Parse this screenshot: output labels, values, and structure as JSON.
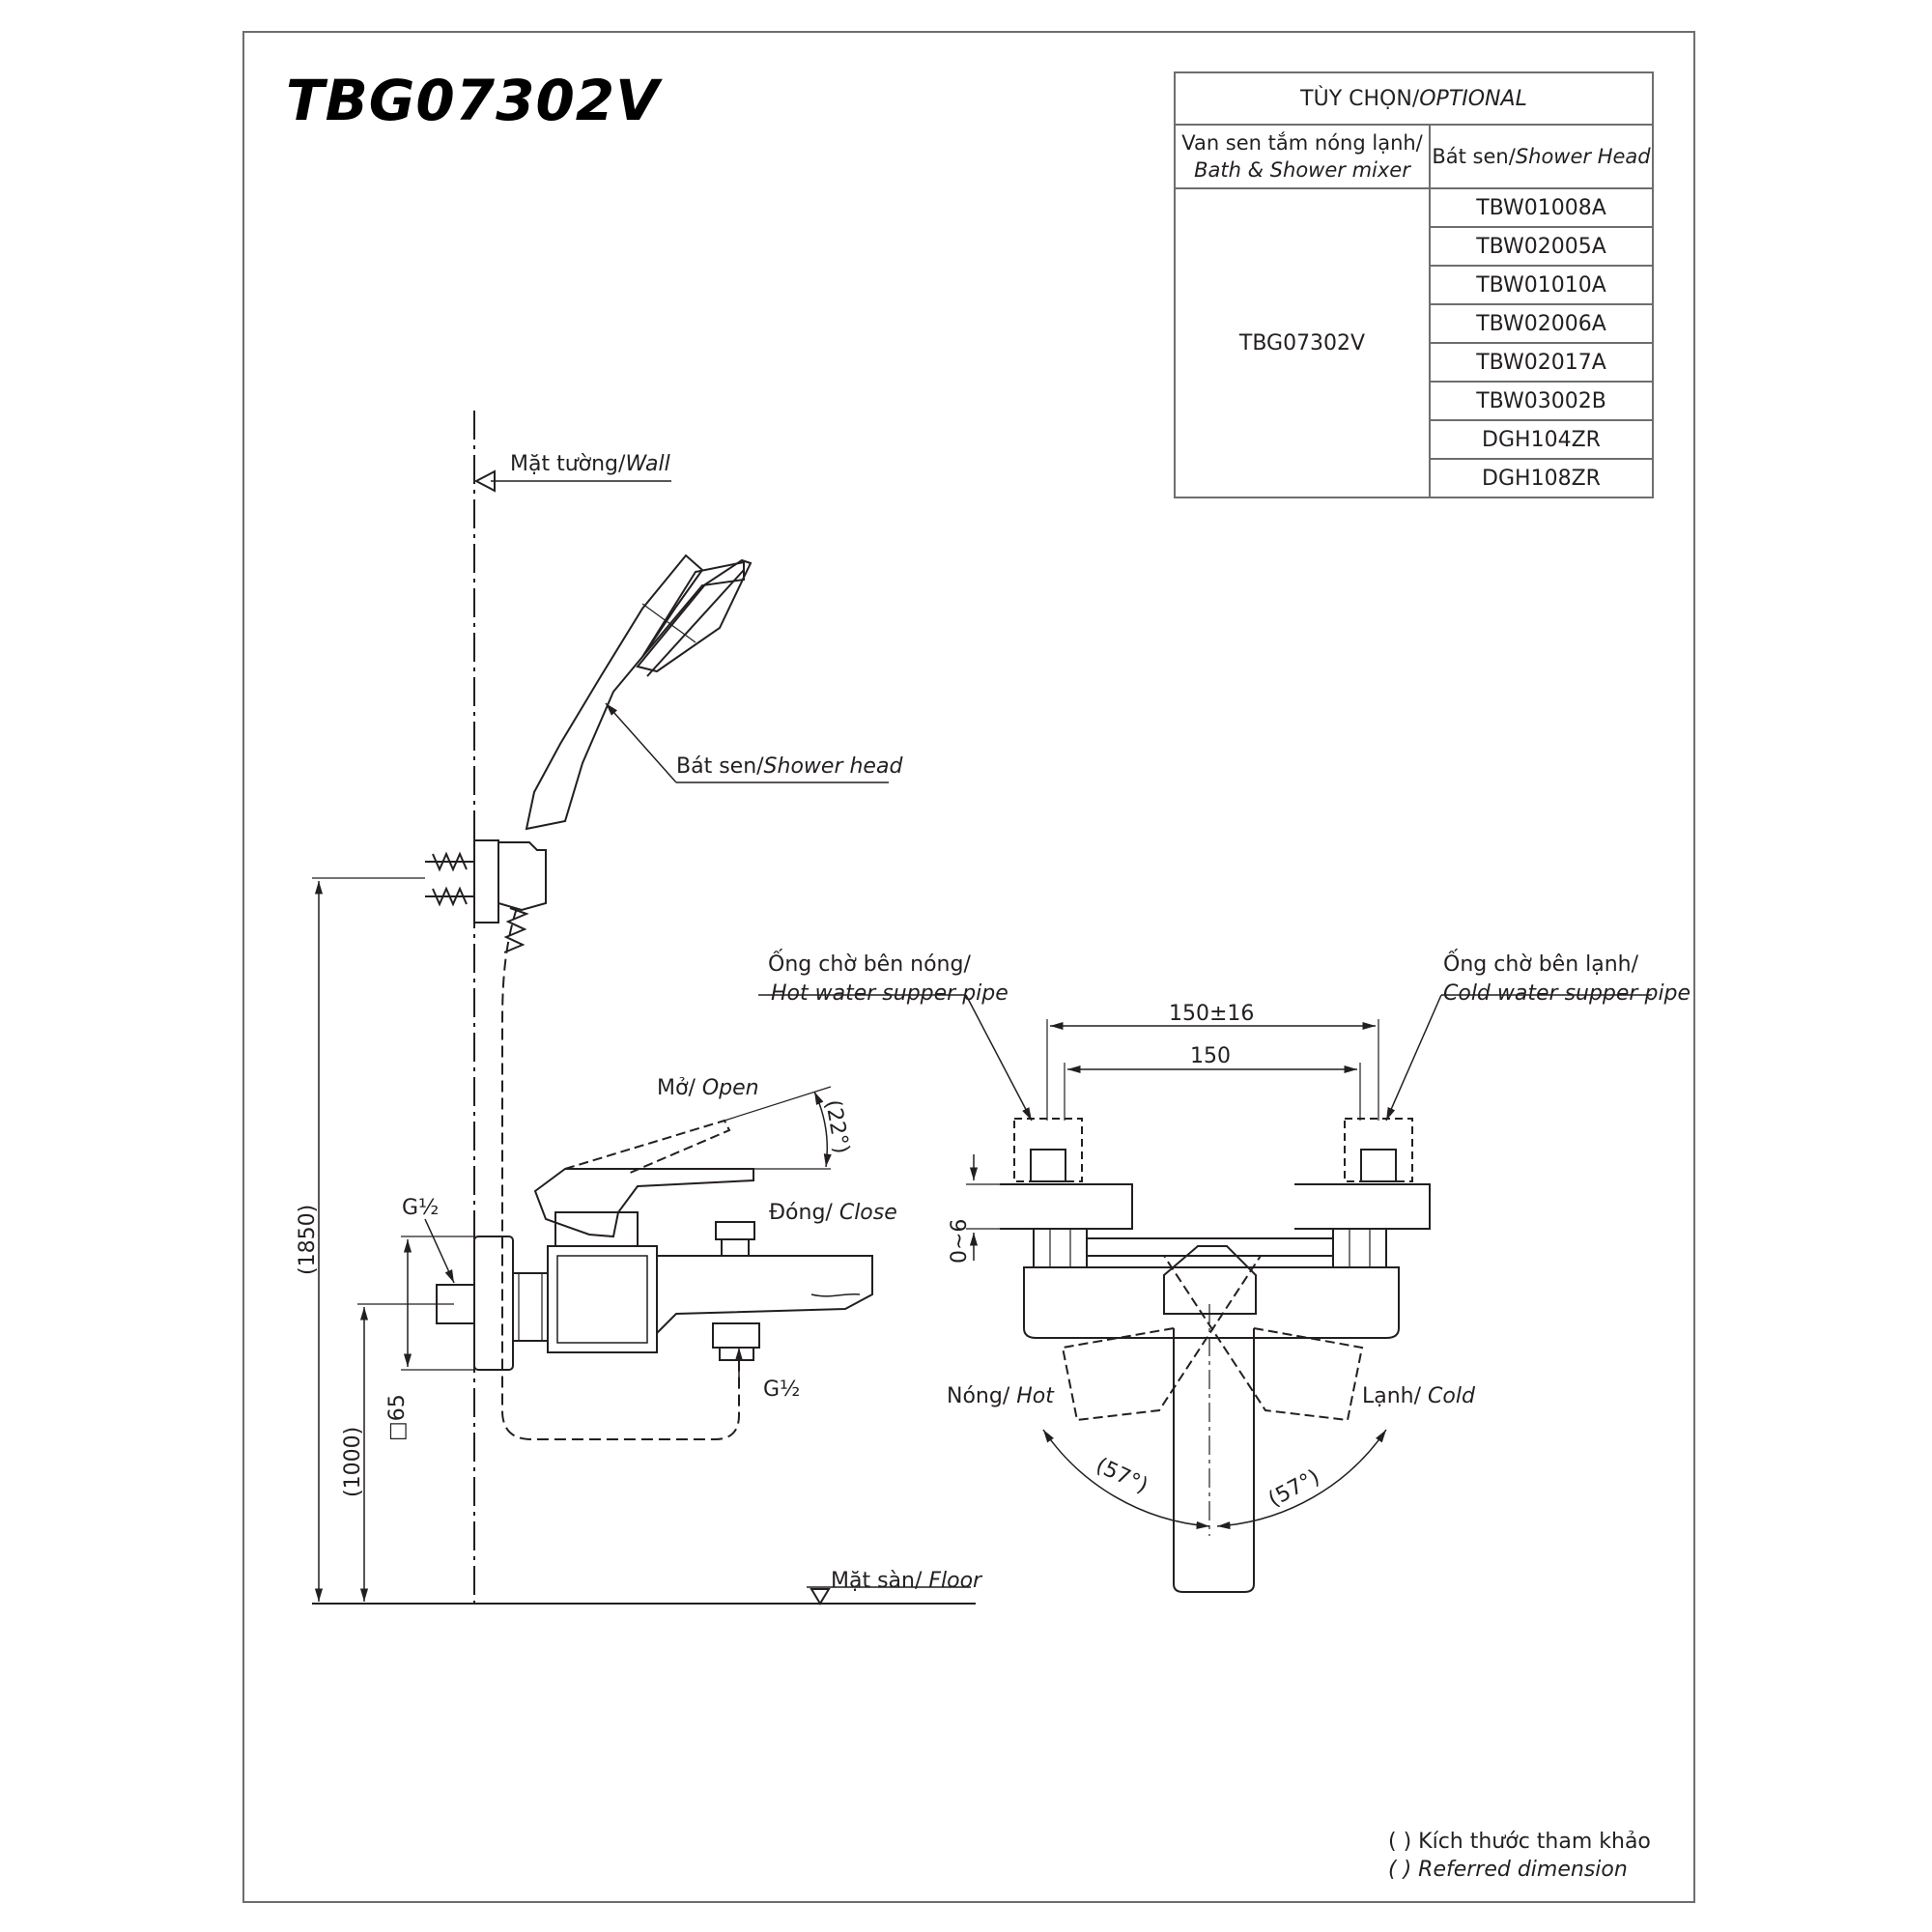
{
  "title": "TBG07302V",
  "optional_table": {
    "header_vi": "TÙY CHỌN/",
    "header_en": "OPTIONAL",
    "col1_vi": "Van sen tắm nóng lạnh/",
    "col1_en": "Bath & Shower mixer",
    "col2_vi": "Bát sen/",
    "col2_en": "Shower Head",
    "mixer_model": "TBG07302V",
    "shower_heads": [
      "TBW01008A",
      "TBW02005A",
      "TBW01010A",
      "TBW02006A",
      "TBW02017A",
      "TBW03002B",
      "DGH104ZR",
      "DGH108ZR"
    ]
  },
  "labels": {
    "wall_vi": "Mặt tường/",
    "wall_en": "Wall",
    "shower_head_vi": "Bát sen/",
    "shower_head_en": "Shower head",
    "open_vi": "Mở/ ",
    "open_en": "Open",
    "close_vi": "Đóng/ ",
    "close_en": "Close",
    "floor_vi": "Mặt sàn/ ",
    "floor_en": "Floor",
    "hot_pipe_vi": "Ống chờ bên nóng/",
    "hot_pipe_en": "Hot water supper pipe",
    "cold_pipe_vi": "Ống chờ bên lạnh/",
    "cold_pipe_en": "Cold water supper pipe",
    "hot_vi": "Nóng/ ",
    "hot_en": "Hot",
    "cold_vi": "Lạnh/ ",
    "cold_en": "Cold",
    "g_half_top": "G½",
    "g_half_bottom": "G½"
  },
  "dimensions": {
    "height_total": "(1850)",
    "height_mixer": "(1000)",
    "flange": "□65",
    "angle_open": "(22°)",
    "spacing_tol": "150±16",
    "spacing": "150",
    "projection": "0~6",
    "angle_hot": "(57°)",
    "angle_cold": "(57°)"
  },
  "note": {
    "vi": "( ) Kích thước tham khảo",
    "en": "( ) Referred dimension"
  }
}
